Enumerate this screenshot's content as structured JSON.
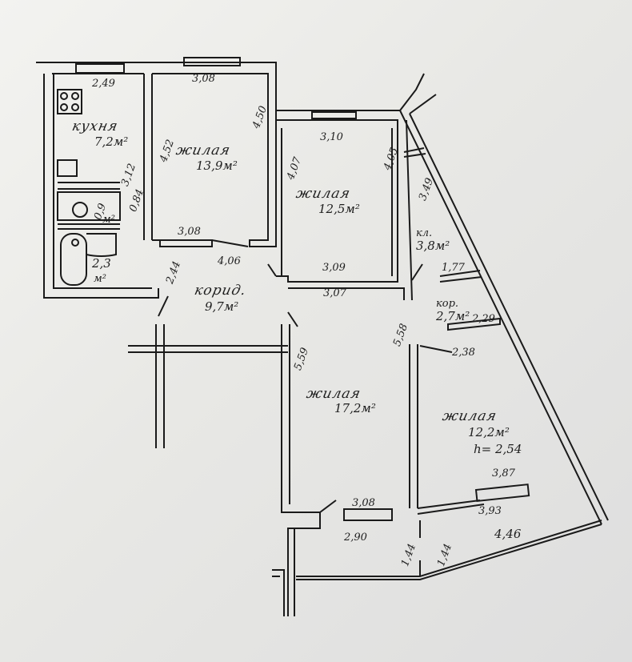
{
  "plan": {
    "type": "apartment floor plan",
    "rooms": [
      {
        "id": "kitchen",
        "name": "кухня",
        "area": "7,2м²",
        "dims": [
          "2,49",
          "3,12"
        ]
      },
      {
        "id": "living1",
        "name": "жилая",
        "area": "13,9м²",
        "dims": [
          "3,08",
          "4,50",
          "4,52",
          "3,08"
        ]
      },
      {
        "id": "living2",
        "name": "жилая",
        "area": "12,5м²",
        "dims": [
          "3,10",
          "4,07",
          "4,05",
          "3,09"
        ]
      },
      {
        "id": "storage",
        "name": "кл.",
        "area": "3,8м²",
        "dims": [
          "3,49",
          "1,77"
        ]
      },
      {
        "id": "corridor2",
        "name": "кор.",
        "area": "2,7м²",
        "dims": [
          "2,29"
        ]
      },
      {
        "id": "wc",
        "name": "",
        "area": "0,9м²",
        "dims": [
          "0,84"
        ]
      },
      {
        "id": "bath",
        "name": "",
        "area": "2,3м²",
        "dims": []
      },
      {
        "id": "corridor",
        "name": "корид.",
        "area": "9,7м²",
        "dims": [
          "4,06",
          "2,44"
        ]
      },
      {
        "id": "living3",
        "name": "жилая",
        "area": "17,2м²",
        "dims": [
          "3,07",
          "5,59",
          "5,58",
          "3,08"
        ]
      },
      {
        "id": "living4",
        "name": "жилая",
        "area": "12,2м²",
        "height": "h=2,54",
        "dims": [
          "2,38",
          "3,87"
        ]
      },
      {
        "id": "balcony",
        "name": "",
        "area": "",
        "dims": [
          "3,93",
          "4,46",
          "2,90",
          "1,44",
          "1,44"
        ]
      }
    ]
  },
  "labels": {
    "kitchen_name": "кухня",
    "kitchen_area": "7,2м²",
    "kitchen_w": "2,49",
    "kitchen_h": "3,12",
    "wc_area": "0,9",
    "wc_unit": "м²",
    "wc_dim": "0,84",
    "bath_area": "2,3",
    "bath_unit": "м²",
    "l1_name": "жилая",
    "l1_area": "13,9м²",
    "l1_top": "3,08",
    "l1_bottom": "3,08",
    "l1_left": "4,52",
    "l1_right": "4,50",
    "l2_name": "жилая",
    "l2_area": "12,5м²",
    "l2_top": "3,10",
    "l2_bottom": "3,09",
    "l2_left": "4,07",
    "l2_right": "4,05",
    "st_name": "кл.",
    "st_area": "3,8м²",
    "st_dim": "3,49",
    "st_w": "1,77",
    "c2_name": "кор.",
    "c2_area": "2,7м²",
    "c2_w": "2,29",
    "cor_name": "корид.",
    "cor_area": "9,7м²",
    "cor_w": "4,06",
    "cor_h": "2,44",
    "l3_name": "жилая",
    "l3_area": "17,2м²",
    "l3_top": "3,07",
    "l3_left": "5,59",
    "l3_right": "5,58",
    "l3_bottom": "3,08",
    "l4_name": "жилая",
    "l4_area": "12,2м²",
    "l4_h": "h= 2,54",
    "l4_door": "2,38",
    "l4_bottom": "3,87",
    "bal_top": "3,93",
    "bal_len": "4,46",
    "bal_left": "2,90",
    "bal_d1": "1,44",
    "bal_d2": "1,44"
  }
}
